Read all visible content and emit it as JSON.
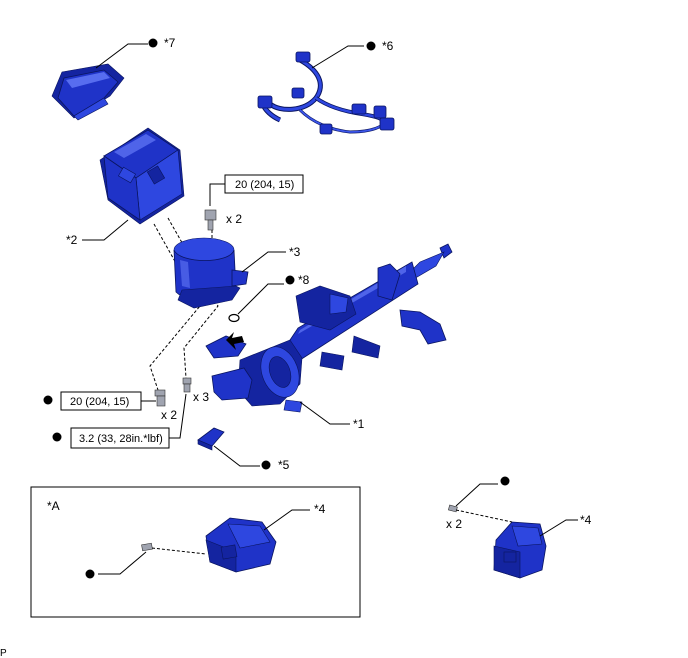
{
  "labels": {
    "part1": "*1",
    "part2": "*2",
    "part3": "*3",
    "part4_inset": "*4",
    "part4": "*4",
    "part5": "*5",
    "part6": "*6",
    "part7": "*7",
    "part8": "*8",
    "inset_tag": "*A"
  },
  "torques": {
    "top_bolt": "20 (204, 15)",
    "left_bolt": "20 (204, 15)",
    "screw": "3.2 (33, 28in.*lbf)"
  },
  "quantities": {
    "top_bolt": "x 2",
    "left_bolt": "x 2",
    "screws": "x 3",
    "small_bolt": "x 2"
  },
  "corner_mark": "P"
}
